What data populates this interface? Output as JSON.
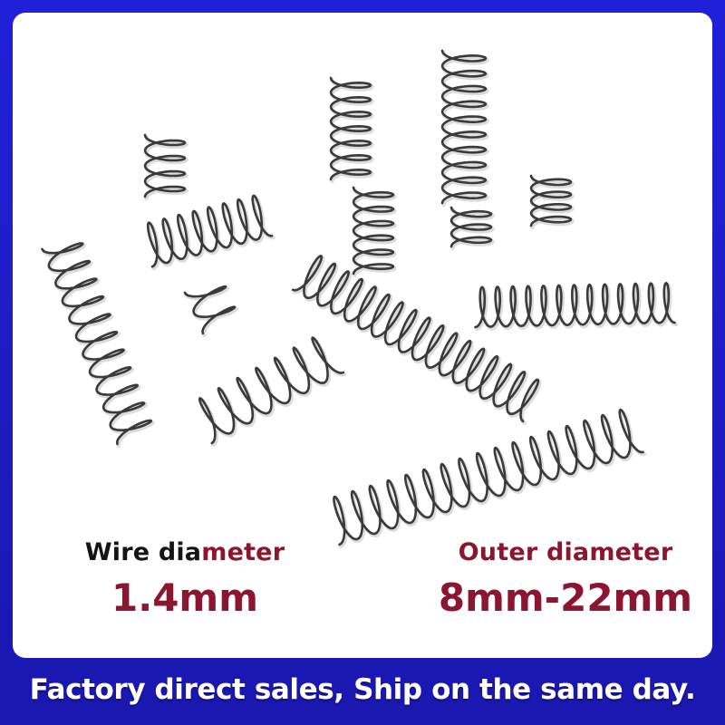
{
  "specs": {
    "wire": {
      "label_dark": "Wire dia",
      "label_red": "meter",
      "value": "1.4mm"
    },
    "outer": {
      "label": "Outer diameter",
      "value": "8mm-22mm"
    }
  },
  "banner": {
    "text": "Factory direct sales, Ship on the same day."
  },
  "colors": {
    "frame_blue": "#1d1cc0",
    "accent_red": "#8c1530",
    "spring_steel": "#3a3a3a"
  }
}
